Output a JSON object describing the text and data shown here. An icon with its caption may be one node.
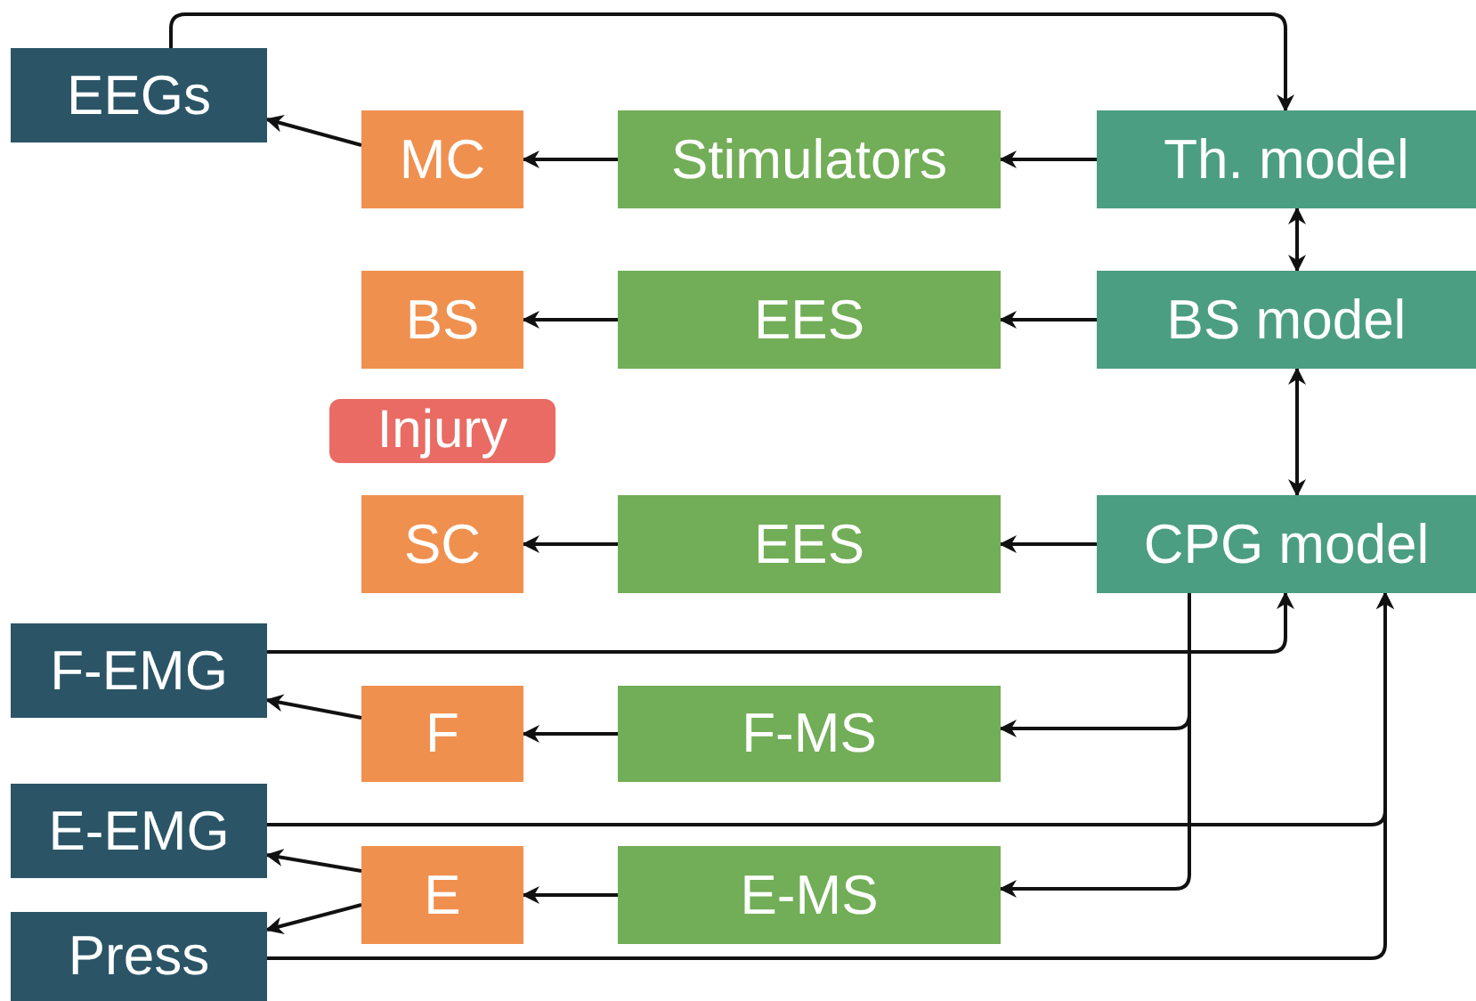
{
  "diagram": {
    "nodes": [
      {
        "text": [
          "EEGs"
        ]
      },
      {
        "text": [
          "MC"
        ]
      },
      {
        "text": [
          "Stimulators"
        ]
      },
      {
        "text": [
          "Th. model"
        ]
      },
      {
        "text": [
          "BS"
        ]
      },
      {
        "text": [
          "EES"
        ]
      },
      {
        "text": [
          "BS model"
        ]
      },
      {
        "text": [
          "Injury"
        ]
      },
      {
        "text": [
          "SC"
        ]
      },
      {
        "text": [
          "EES"
        ]
      },
      {
        "text": [
          "CPG model"
        ]
      },
      {
        "text": [
          "F-EMG"
        ]
      },
      {
        "text": [
          "F"
        ]
      },
      {
        "text": [
          "F-MS"
        ]
      },
      {
        "text": [
          "E-EMG"
        ]
      },
      {
        "text": [
          "E"
        ]
      },
      {
        "text": [
          "E-MS"
        ]
      },
      {
        "text": [
          "Press"
        ]
      }
    ],
    "edges": [
      {
        "from": 0,
        "to": 3,
        "arrow": "to"
      },
      {
        "from": 1,
        "to": 0,
        "arrow": "to"
      },
      {
        "from": 2,
        "to": 1,
        "arrow": "to"
      },
      {
        "from": 3,
        "to": 2,
        "arrow": "to"
      },
      {
        "from": 3,
        "to": 6,
        "arrow": "both"
      },
      {
        "from": 5,
        "to": 4,
        "arrow": "to"
      },
      {
        "from": 6,
        "to": 5,
        "arrow": "to"
      },
      {
        "from": 6,
        "to": 10,
        "arrow": "both"
      },
      {
        "from": 9,
        "to": 8,
        "arrow": "to"
      },
      {
        "from": 10,
        "to": 9,
        "arrow": "to"
      },
      {
        "from": 11,
        "to": 10,
        "arrow": "to"
      },
      {
        "from": 10,
        "to": 13,
        "arrow": "to"
      },
      {
        "from": 13,
        "to": 12,
        "arrow": "to"
      },
      {
        "from": 12,
        "to": 11,
        "arrow": "to"
      },
      {
        "from": 14,
        "to": 10,
        "arrow": "to"
      },
      {
        "from": 10,
        "to": 16,
        "arrow": "to"
      },
      {
        "from": 16,
        "to": 15,
        "arrow": "to"
      },
      {
        "from": 15,
        "to": 14,
        "arrow": "to"
      },
      {
        "from": 15,
        "to": 17,
        "arrow": "to"
      },
      {
        "from": 17,
        "to": 10,
        "arrow": "to"
      }
    ]
  }
}
